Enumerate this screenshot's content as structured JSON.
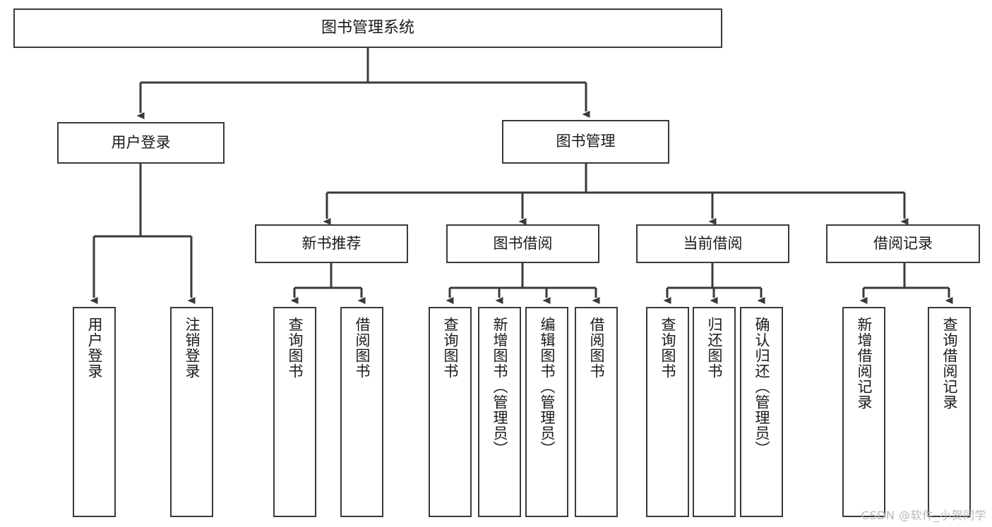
{
  "diagram": {
    "title": "图书管理系统",
    "type": "tree",
    "watermark": "CSDN @软件_小贺同学",
    "colors": {
      "box_border": "#3a3a3a",
      "box_fill": "#ffffff",
      "connector": "#3a3a3a",
      "text": "#1a1a1a",
      "watermark": "#b9b9b9"
    },
    "nodes": {
      "root": {
        "label": "图书管理系统"
      },
      "level2": [
        {
          "id": "user-login",
          "label": "用户登录"
        },
        {
          "id": "book-management",
          "label": "图书管理"
        }
      ],
      "level3": [
        {
          "id": "new-book-recommend",
          "label": "新书推荐"
        },
        {
          "id": "book-borrow",
          "label": "图书借阅"
        },
        {
          "id": "current-borrow",
          "label": "当前借阅"
        },
        {
          "id": "borrow-record",
          "label": "借阅记录"
        }
      ],
      "leaves": {
        "user-login": [
          {
            "id": "leaf-user-login",
            "label": "用户登录"
          },
          {
            "id": "leaf-logout-login",
            "label": "注销登录"
          }
        ],
        "new-book-recommend": [
          {
            "id": "leaf-query-book-1",
            "label": "查询图书"
          },
          {
            "id": "leaf-borrow-book-1",
            "label": "借阅图书"
          }
        ],
        "book-borrow": [
          {
            "id": "leaf-query-book-2",
            "label": "查询图书"
          },
          {
            "id": "leaf-add-book-admin",
            "label": "新增图书（管理员）"
          },
          {
            "id": "leaf-edit-book-admin",
            "label": "编辑图书（管理员）"
          },
          {
            "id": "leaf-borrow-book-2",
            "label": "借阅图书"
          }
        ],
        "current-borrow": [
          {
            "id": "leaf-query-book-3",
            "label": "查询图书"
          },
          {
            "id": "leaf-return-book",
            "label": "归还图书"
          },
          {
            "id": "leaf-confirm-return-admin",
            "label": "确认归还（管理员）"
          }
        ],
        "borrow-record": [
          {
            "id": "leaf-add-borrow-record",
            "label": "新增借阅记录"
          },
          {
            "id": "leaf-query-borrow-record",
            "label": "查询借阅记录"
          }
        ]
      }
    }
  }
}
